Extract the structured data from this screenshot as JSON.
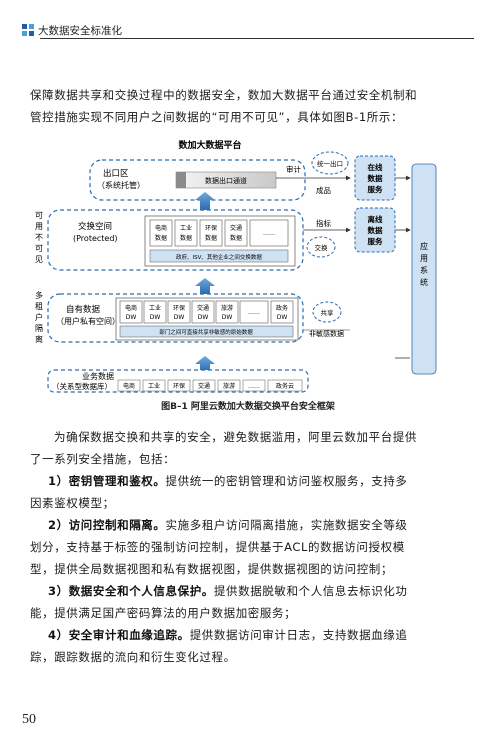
{
  "header": {
    "title": "大数据安全标准化"
  },
  "intro": {
    "line1": "保障数据共享和交换过程中的数据安全，数加大数据平台通过安全机制和",
    "line2": "管控措施实现不同用户之间数据的“可用不可见”，具体如图B-1所示："
  },
  "figure": {
    "title": "数加大数据平台",
    "caption": "图B–1  阿里云数加大数据交换平台安全框架",
    "out_zone": {
      "name": "出口区",
      "sub": "（系统托管）",
      "channel": "数据出口通道",
      "audit": "审计"
    },
    "unified_outlet": "统一出口",
    "product": "成品",
    "online_service": [
      "在线",
      "数据",
      "服务"
    ],
    "offline_service": [
      "离线",
      "数据",
      "服务"
    ],
    "app_system": [
      "应",
      "用",
      "系",
      "统"
    ],
    "index": "指标",
    "exchange": "交换",
    "share": "共享",
    "sensitive": "非敏感数据",
    "left_label_1": [
      "可",
      "用",
      "不",
      "可",
      "见"
    ],
    "left_label_2": [
      "多",
      "租",
      "户",
      "隔",
      "离"
    ],
    "exchange_space": {
      "name": "交换空间",
      "sub": "(Protected)",
      "cells": [
        [
          "电商",
          "数据"
        ],
        [
          "工业",
          "数据"
        ],
        [
          "环保",
          "数据"
        ],
        [
          "交通",
          "数据"
        ],
        [
          "……",
          ""
        ]
      ],
      "footer": "政府、ISV、其他企业之间交换数据"
    },
    "own_data": {
      "name": "自有数据",
      "sub": "（用户私有空间）",
      "cells": [
        [
          "电商",
          "DW"
        ],
        [
          "工业",
          "DW"
        ],
        [
          "环保",
          "DW"
        ],
        [
          "交通",
          "DW"
        ],
        [
          "旅游",
          "DW"
        ],
        [
          "……",
          ""
        ],
        [
          "政务",
          "DW"
        ]
      ],
      "footer": "部门之间可直接共享非敏感的原始数据"
    },
    "business": {
      "name": "业务数据",
      "sub": "（关系型数据库）",
      "cells": [
        "电商",
        "工业",
        "环保",
        "交通",
        "旅游",
        "……",
        "政务云"
      ]
    }
  },
  "measures_intro": {
    "line1": "为确保数据交换和共享的安全，避免数据滥用，阿里云数加平台提供",
    "line2": "了一系列安全措施，包括："
  },
  "items": [
    {
      "head": "1）密钥管理和鉴权。",
      "lines": [
        "提供统一的密钥管理和访问鉴权服务，支持多",
        "因素鉴权模型；"
      ]
    },
    {
      "head": "2）访问控制和隔离。",
      "lines": [
        "实施多租户访问隔离措施，实施数据安全等级",
        "划分，支持基于标签的强制访问控制，提供基于ACL的数据访问授权模",
        "型，提供全局数据视图和私有数据视图，提供数据视图的访问控制；"
      ]
    },
    {
      "head": "3）数据安全和个人信息保护。",
      "lines": [
        "提供数据脱敏和个人信息去标识化功",
        "能，提供满足国产密码算法的用户数据加密服务；"
      ]
    },
    {
      "head": "4）安全审计和血缘追踪。",
      "lines": [
        "提供数据访问审计日志，支持数据血缘追",
        "踪，跟踪数据的流向和衍生变化过程。"
      ]
    }
  ],
  "page_number": "50"
}
